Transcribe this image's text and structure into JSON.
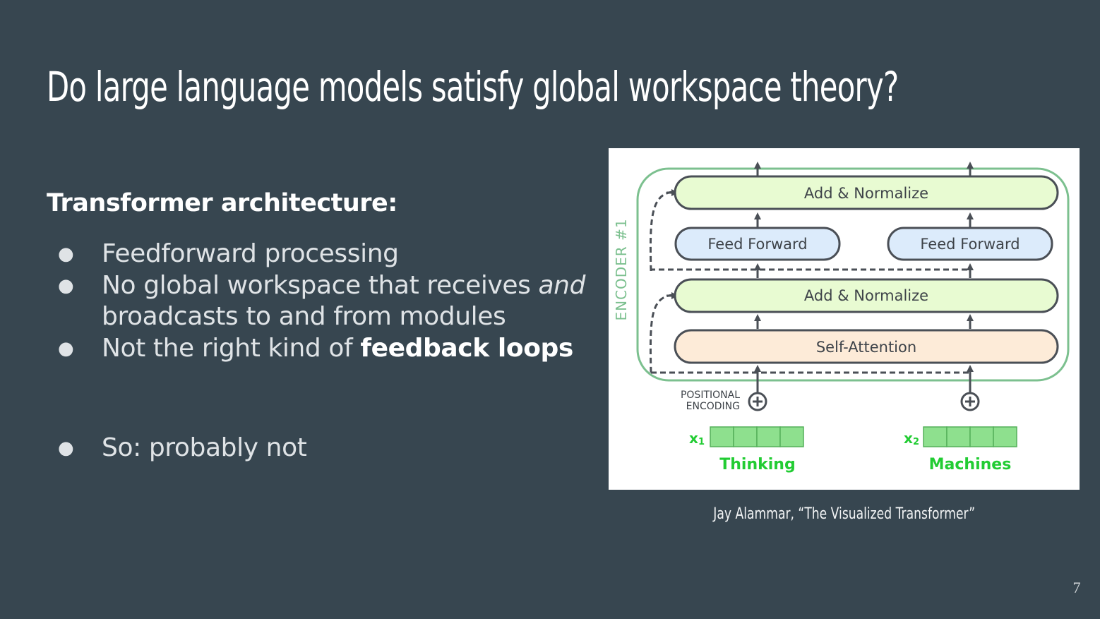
{
  "slide": {
    "title": "Do large language models satisfy global workspace theory?",
    "subheading": "Transformer architecture:",
    "bullets": {
      "b1": "Feedforward processing",
      "b2_line1_pre": "No global workspace that receives ",
      "b2_line1_em": "and",
      "b2_line2": "broadcasts to and from modules",
      "b3_pre": "Not the right kind of ",
      "b3_bold": "feedback loops",
      "b4": "So: probably not"
    },
    "bullet_glyph": "●",
    "page_number": "7"
  },
  "figure": {
    "encoder_label": "ENCODER #1",
    "top_add_normalize": "Add & Normalize",
    "feed_forward_left": "Feed Forward",
    "feed_forward_right": "Feed Forward",
    "mid_add_normalize": "Add & Normalize",
    "self_attention": "Self-Attention",
    "positional_line1": "POSITIONAL",
    "positional_line2": "ENCODING",
    "x1_label": "x",
    "x1_sub": "1",
    "x2_label": "x",
    "x2_sub": "2",
    "word1": "Thinking",
    "word2": "Machines",
    "colors": {
      "encoder_border": "#7cc08f",
      "add_norm_fill": "#e8fbd2",
      "feed_forward_fill": "#dcebfb",
      "self_attention_fill": "#fdebd8",
      "box_stroke": "#4a4f56",
      "token_green": "#22cc33",
      "vector_fill": "#8ee08e"
    }
  },
  "caption": "Jay Alammar, “The Visualized Transformer”"
}
